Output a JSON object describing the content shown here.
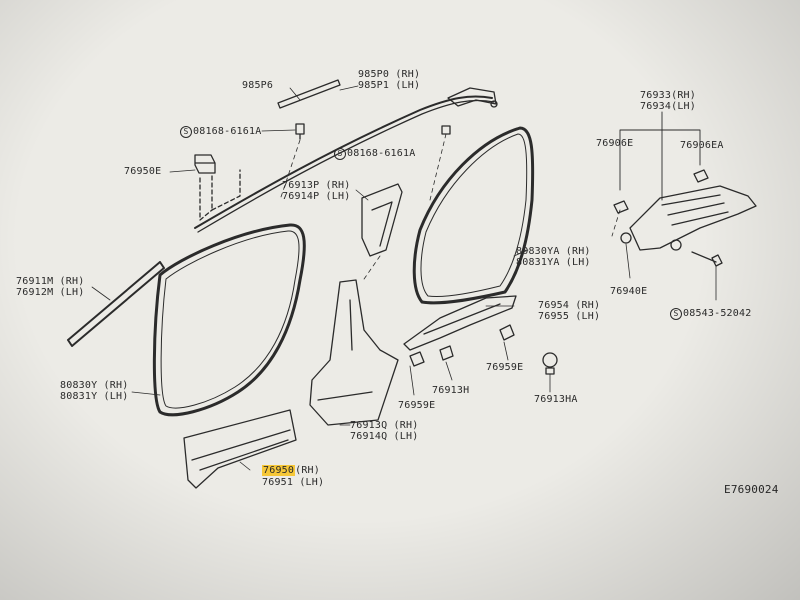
{
  "labels": {
    "p985P6": "985P6",
    "p985P0": "985P0 (RH)",
    "p985P1": "985P1 (LH)",
    "s08168a_num": "08168-6161A",
    "s08168b_num": "08168-6161A",
    "s08543_num": "08543-52042",
    "s_symbol": "S",
    "p76950E": "76950E",
    "p76913P": "76913P (RH)",
    "p76914P": "76914P (LH)",
    "p76911M": "76911M (RH)",
    "p76912M": "76912M (LH)",
    "p80830Y": "80830Y (RH)",
    "p80831Y": "80831Y (LH)",
    "p80830YA": "80830YA (RH)",
    "p80831YA": "80831YA (LH)",
    "p76933": "76933(RH)",
    "p76934": "76934(LH)",
    "p76906E": "76906E",
    "p76906EA": "76906EA",
    "p76940E": "76940E",
    "p76954": "76954 (RH)",
    "p76955": "76955 (LH)",
    "p76959E_a": "76959E",
    "p76959E_b": "76959E",
    "p76913H": "76913H",
    "p76913HA": "76913HA",
    "p76913Q": "76913Q (RH)",
    "p76914Q": "76914Q (LH)",
    "p76950_num": "76950",
    "p76950_side": "(RH)",
    "p76951": "76951 (LH)",
    "diagram_code": "E7690024"
  },
  "colors": {
    "highlight": "#f6c737",
    "ink": "#2a2a2a",
    "paper": "#ecebe6"
  }
}
